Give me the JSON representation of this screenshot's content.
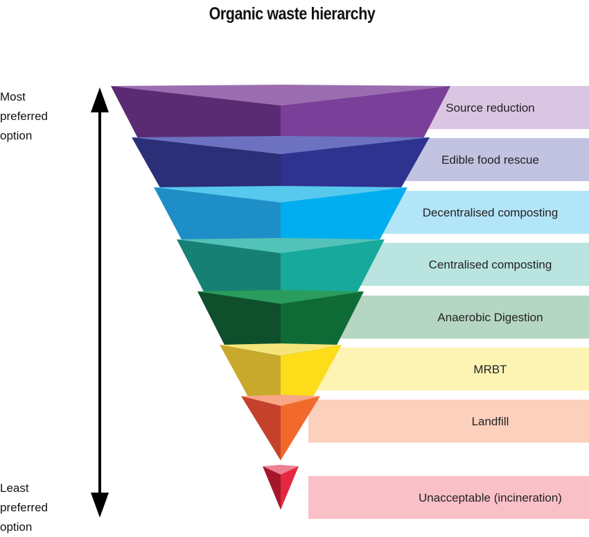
{
  "title": "Organic waste hierarchy",
  "axis": {
    "top_label": [
      "Most preferred",
      "option"
    ],
    "bottom_label": [
      "Least preferred",
      "option"
    ]
  },
  "levels": [
    {
      "label": "Source reduction",
      "colors": {
        "top": "#9b6db0",
        "left": "#5a2a73",
        "right": "#7a3f98",
        "band": "#dac6e2"
      }
    },
    {
      "label": "Edible food rescue",
      "colors": {
        "top": "#6c72c0",
        "left": "#2a2f78",
        "right": "#2e3390",
        "band": "#c1c3e1"
      }
    },
    {
      "label": "Decentralised composting",
      "colors": {
        "top": "#57c8ee",
        "left": "#1e8fc6",
        "right": "#00aeef",
        "band": "#b3e5f8"
      }
    },
    {
      "label": "Centralised composting",
      "colors": {
        "top": "#53c2b8",
        "left": "#178075",
        "right": "#17a99c",
        "band": "#b9e4e0"
      }
    },
    {
      "label": "Anaerobic Digestion",
      "colors": {
        "top": "#2a9c5c",
        "left": "#0f4f2b",
        "right": "#0f6b36",
        "band": "#b5d6c3"
      }
    },
    {
      "label": "MRBT",
      "colors": {
        "top": "#f6e57a",
        "left": "#c9a92c",
        "right": "#fddc1a",
        "band": "#fdf3b3"
      }
    },
    {
      "label": "Landfill",
      "colors": {
        "top": "#f7a686",
        "left": "#c4412b",
        "right": "#f26a2b",
        "band": "#fbd0bd"
      }
    },
    {
      "label": "Unacceptable (incineration)",
      "colors": {
        "top": "#ee8092",
        "left": "#a4172a",
        "right": "#e4283f",
        "band": "#f9c0c7"
      }
    }
  ]
}
